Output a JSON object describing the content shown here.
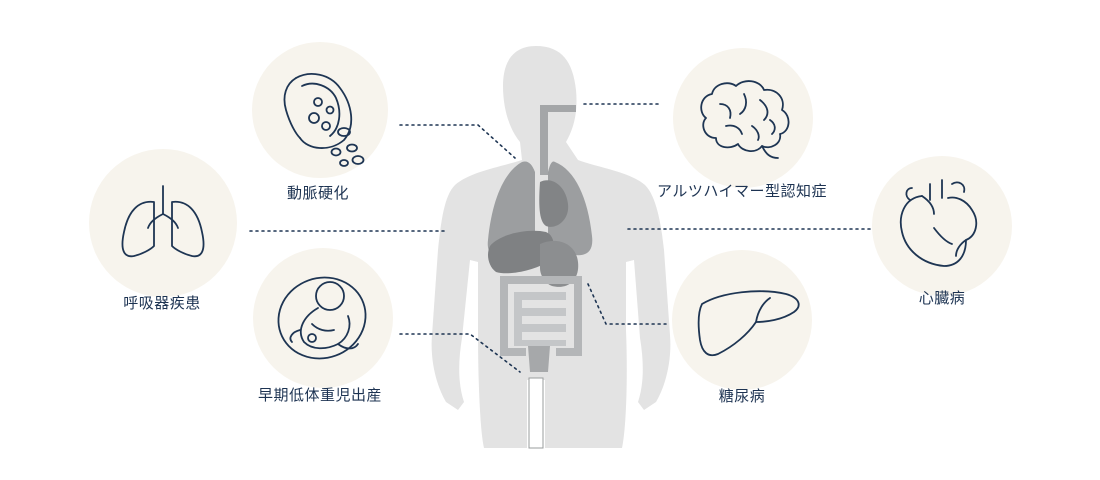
{
  "diseases": [
    {
      "id": "atherosclerosis",
      "label": "動脈硬化",
      "icon": "artery-icon"
    },
    {
      "id": "respiratory",
      "label": "呼吸器疾患",
      "icon": "lungs-icon"
    },
    {
      "id": "low-birth-weight",
      "label": "早期低体重児出産",
      "icon": "fetus-icon"
    },
    {
      "id": "alzheimers",
      "label": "アルツハイマー型認知症",
      "icon": "brain-icon"
    },
    {
      "id": "heart-disease",
      "label": "心臓病",
      "icon": "heart-icon"
    },
    {
      "id": "diabetes",
      "label": "糖尿病",
      "icon": "liver-icon"
    }
  ],
  "colors": {
    "icon_stroke": "#1e3553",
    "icon_background": "#f7f4ed",
    "body_silhouette": "#e3e3e3",
    "organs_dark": "#8f9193",
    "organs_mid": "#a4a6a8"
  }
}
